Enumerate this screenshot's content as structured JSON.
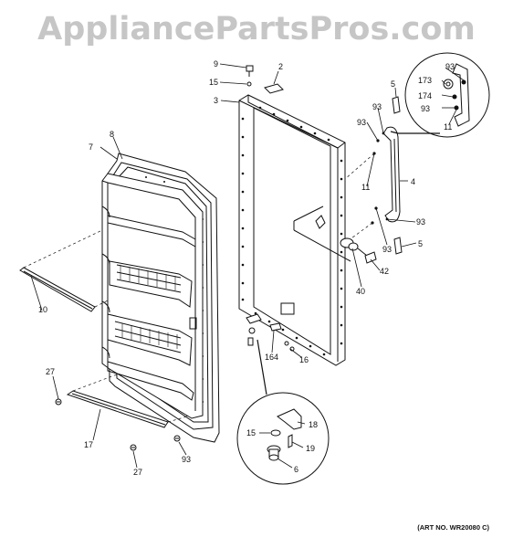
{
  "watermark": "AppliancePartsPros.com",
  "art_number": "(ART NO. WR20080 C)",
  "callouts": {
    "c9": "9",
    "c2": "2",
    "c15a": "15",
    "c3": "3",
    "c5a": "5",
    "c93a": "93",
    "c173": "173",
    "c174": "174",
    "c93b": "93",
    "c11a": "11",
    "c93c": "93",
    "c93d": "93",
    "c4": "4",
    "c11b": "11",
    "c93e": "93",
    "c93f": "93",
    "c5b": "5",
    "c42": "42",
    "c40": "40",
    "c7": "7",
    "c8": "8",
    "c10": "10",
    "c164": "164",
    "c16": "16",
    "c27a": "27",
    "c17": "17",
    "c27b": "27",
    "c93g": "93",
    "c18": "18",
    "c15b": "15",
    "c19": "19",
    "c6": "6"
  }
}
